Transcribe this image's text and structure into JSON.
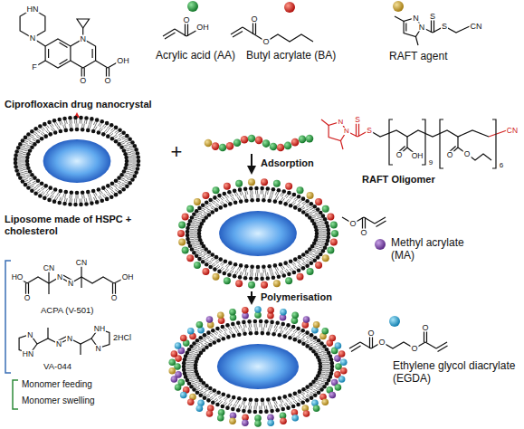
{
  "diagram": {
    "labels": [
      "HN",
      "N",
      "N",
      "F",
      "O",
      "O",
      "OH",
      "Ciprofloxacin drug nanocrystal",
      "O",
      "OH",
      "Acrylic acid (AA)",
      "O",
      "O",
      "Butyl acrylate (BA)",
      "N",
      "N",
      "S",
      "S",
      "CN",
      "RAFT agent",
      "Liposome made of HSPC + cholesterol",
      "+",
      "N",
      "N",
      "S",
      "S",
      "O",
      "OH",
      "9",
      "O",
      "O",
      "6",
      "CN",
      "RAFT Oligomer",
      "Adsorption",
      "O",
      "O",
      "Methyl acrylate (MA)",
      "Polymerisation",
      "HO",
      "O",
      "CN",
      "N",
      "N",
      "CN",
      "O",
      "OH",
      "ACPA (V-501)",
      "N",
      "HN",
      "N",
      "N",
      "N",
      "NH",
      "2HCl",
      "VA-044",
      "Monomer feeding",
      "Monomer swelling",
      "O",
      "O",
      "O",
      "O",
      "Ethylene glycol diacrylate (EGDA)"
    ]
  }
}
